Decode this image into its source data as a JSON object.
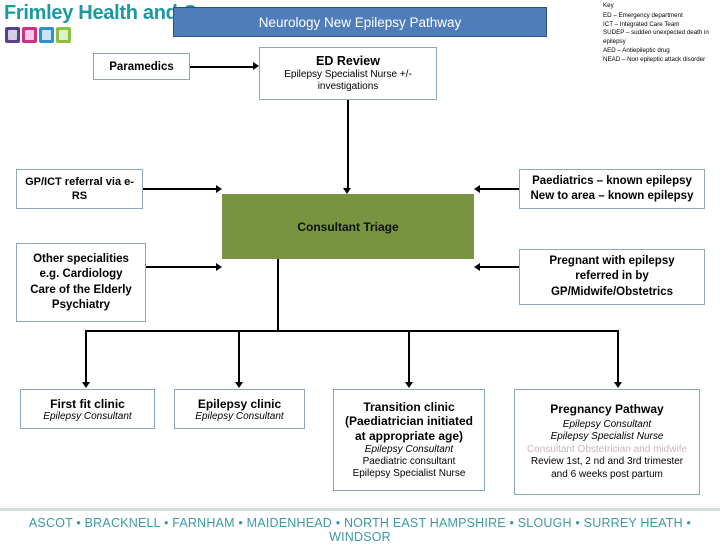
{
  "brand": {
    "name": "Frimley Health and Care",
    "logo_colors": [
      "#5b3f8f",
      "#cc2f86",
      "#2f8fd0",
      "#8cbf3f"
    ]
  },
  "header": {
    "title": "Neurology New Epilepsy Pathway",
    "banner_fill": "#4e7dba",
    "banner_text": "#ffffff"
  },
  "key": {
    "heading": "Key",
    "entries": [
      "ED – Emergency department",
      "ICT – Integrated Care Team",
      "SUDEP – sudden unexpected death in epilepsy",
      "AED – Antiepileptic drug",
      "NEAD – Non epileptic attack disorder"
    ]
  },
  "nodes": {
    "paramedics": {
      "title": "Paramedics"
    },
    "ed_review": {
      "title": "ED Review",
      "subtitle": "Epilepsy Specialist Nurse +/- investigations"
    },
    "gp_ict": {
      "title": "GP/ICT referral via e-RS"
    },
    "paediatrics": {
      "line1": "Paediatrics – known epilepsy",
      "line2": "New to area – known epilepsy"
    },
    "triage": {
      "title": "Consultant Triage",
      "fill": "#789440"
    },
    "other_specialities": {
      "line1": "Other specialities",
      "line2": "e.g. Cardiology",
      "line3": "Care of the Elderly",
      "line4": "Psychiatry"
    },
    "pregnant_referral": {
      "line1": "Pregnant with epilepsy",
      "line2": "referred in by",
      "line3": "GP/Midwife/Obstetrics"
    },
    "first_fit_clinic": {
      "title": "First fit clinic",
      "staff1": "Epilepsy Consultant"
    },
    "epilepsy_clinic": {
      "title": "Epilepsy clinic",
      "staff1": "Epilepsy Consultant"
    },
    "transition_clinic": {
      "title1": "Transition clinic",
      "title2": "(Paediatrician initiated",
      "title3": "at appropriate age)",
      "staff1": "Epilepsy Consultant",
      "staff2": "Paediatric consultant",
      "staff3": "Epilepsy Specialist Nurse"
    },
    "pregnancy_pathway": {
      "title": "Pregnancy Pathway",
      "staff1": "Epilepsy Consultant",
      "staff2": "Epilepsy Specialist Nurse",
      "staff3": "Consultant Obstetrician and midwife",
      "staff4": "Review 1st, 2 nd and 3rd trimester",
      "staff5": "and 6 weeks post partum",
      "muted_color": "#c9b9b9"
    }
  },
  "footer": {
    "text": "ASCOT • BRACKNELL • FARNHAM • MAIDENHEAD • NORTH EAST HAMPSHIRE • SLOUGH • SURREY HEATH • WINDSOR",
    "color": "#3a9aa5"
  }
}
